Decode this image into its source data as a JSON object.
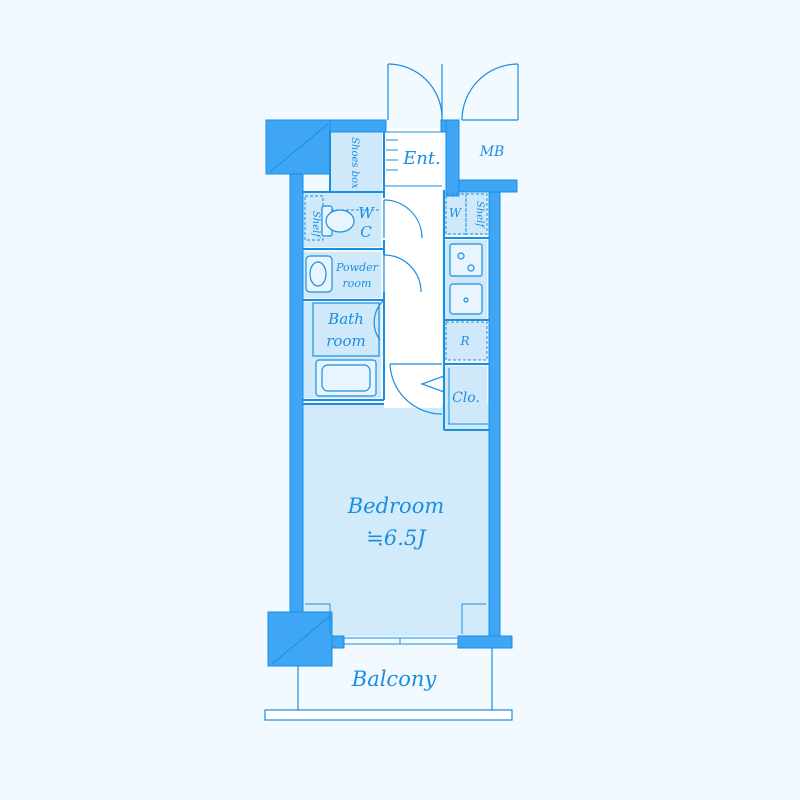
{
  "rooms": {
    "entrance": "Ent.",
    "meter_box": "MB",
    "shoes_box": "Shoes box",
    "wc_w": "W",
    "wc_c": "C",
    "wc_shelf": "Shelf",
    "powder_line1": "Powder",
    "powder_line2": "room",
    "bath_line1": "Bath",
    "bath_line2": "room",
    "washer": "W",
    "kitchen_shelf": "Shelf",
    "refrigerator": "R",
    "closet": "Clo.",
    "bedroom": "Bedroom",
    "bedroom_size": "≒6.5J",
    "balcony": "Balcony"
  },
  "colors": {
    "wall": "#3ea6f4",
    "line": "#1a8ee0",
    "room_fill": "#cfe9fb",
    "background": "#f3faff"
  }
}
